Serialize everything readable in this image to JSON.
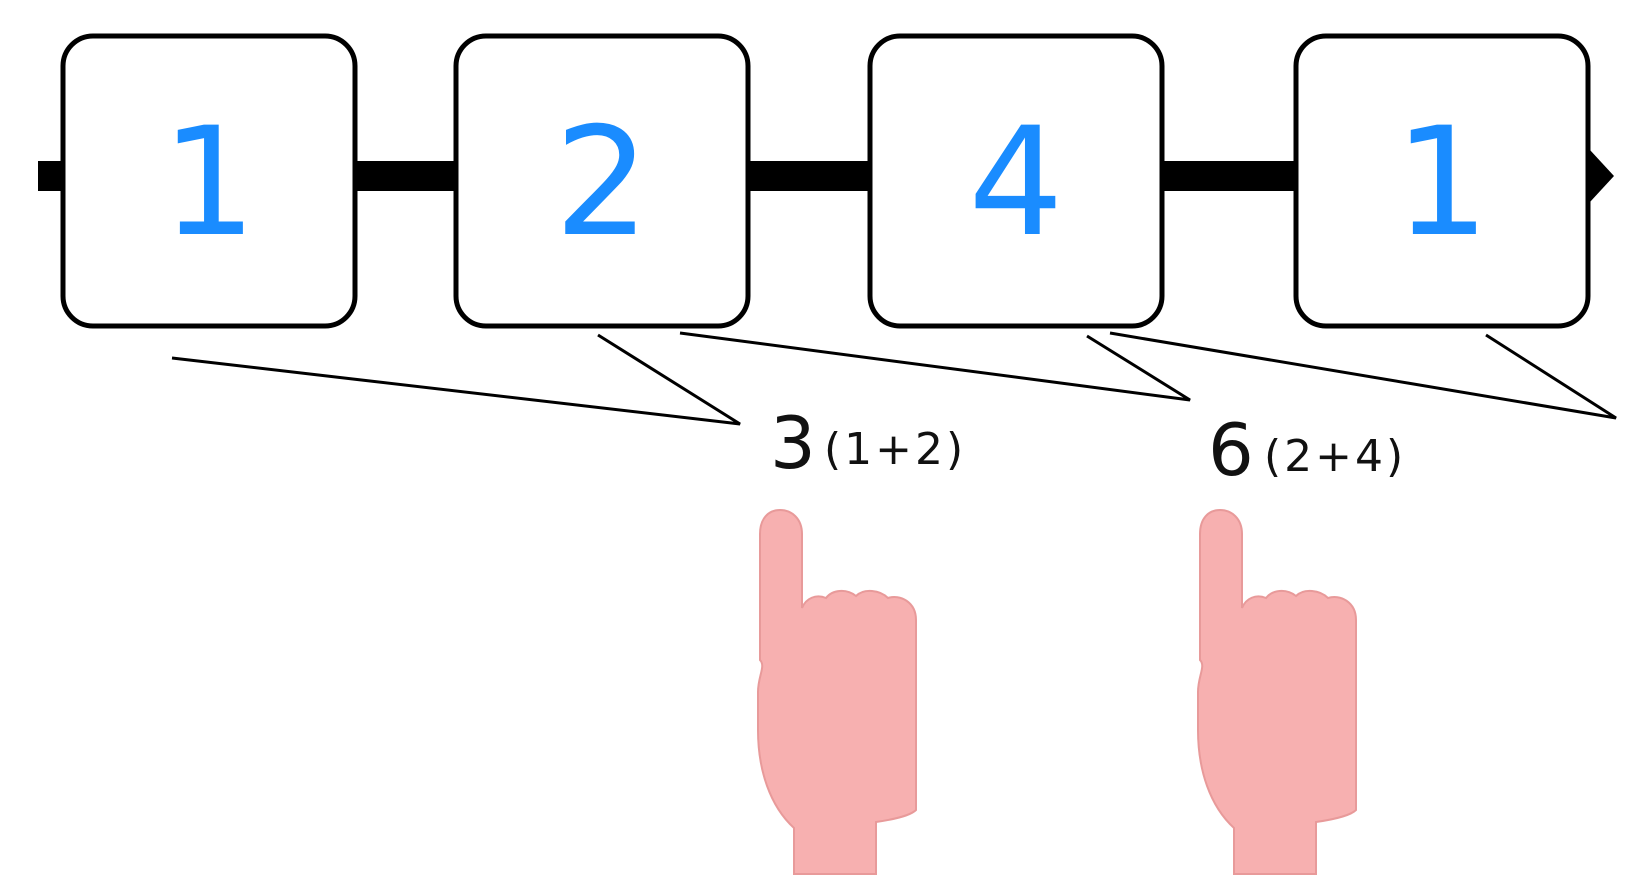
{
  "sequence": {
    "boxes": [
      {
        "value": "1"
      },
      {
        "value": "2"
      },
      {
        "value": "4"
      },
      {
        "value": "1"
      }
    ]
  },
  "sums": [
    {
      "total": "3",
      "expression": "(1+2)"
    },
    {
      "total": "6",
      "expression": "(2+4)"
    }
  ],
  "colors": {
    "number": "#1a8cff",
    "box_border": "#000000",
    "track": "#000000",
    "hand": "#f7b0b0"
  },
  "icons": [
    "pointing-hand-icon",
    "pointing-hand-icon"
  ]
}
